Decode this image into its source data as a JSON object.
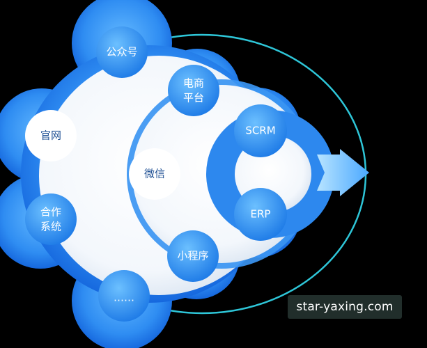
{
  "nodes": {
    "gongzhonghao": "公众号",
    "dianshang_line1": "电商",
    "dianshang_line2": "平台",
    "scrm": "SCRM",
    "erp": "ERP",
    "guanwang": "官网",
    "hezuo_line1": "合作",
    "hezuo_line2": "系统",
    "weixin": "微信",
    "xiaochengxu": "小程序",
    "more": "……"
  },
  "target_label": "",
  "watermark": "star-yaxing.com",
  "colors": {
    "blue_dark": "#1a6fe0",
    "blue_light": "#5cb6ff",
    "ring_outline": "#2ec6d8",
    "background": "#000000"
  }
}
